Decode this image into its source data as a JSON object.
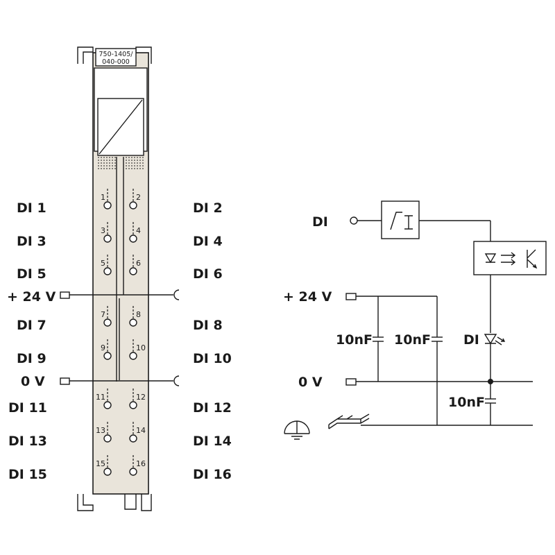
{
  "module": {
    "part_number_line1": "750-1405/",
    "part_number_line2": "040-000",
    "left_labels": [
      "DI 1",
      "DI 3",
      "DI 5",
      "DI 7",
      "DI 9",
      "DI 11",
      "DI 13",
      "DI 15"
    ],
    "right_labels": [
      "DI 2",
      "DI 4",
      "DI 6",
      "DI 8",
      "DI 10",
      "DI 12",
      "DI 14",
      "DI 16"
    ],
    "left_numbers": [
      "1",
      "3",
      "5",
      "7",
      "9",
      "11",
      "13",
      "15"
    ],
    "right_numbers": [
      "2",
      "4",
      "6",
      "8",
      "10",
      "12",
      "14",
      "16"
    ],
    "supply_plus": "+ 24 V",
    "supply_zero": "0 V"
  },
  "schematic": {
    "di_label": "DI",
    "supply_plus": "+ 24 V",
    "supply_zero": "0 V",
    "cap1": "10nF",
    "cap2": "10nF",
    "cap3": "10nF",
    "led_label": "DI"
  },
  "colors": {
    "module_fill": "#e9e4da",
    "line": "#1a1a1a"
  }
}
